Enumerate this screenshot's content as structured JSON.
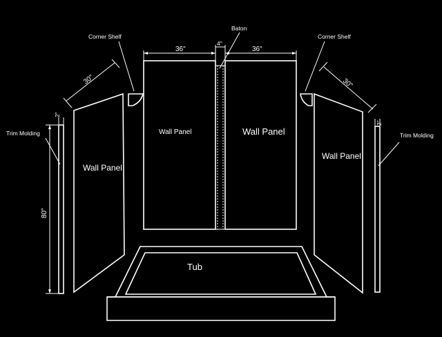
{
  "colors": {
    "background": "#000000",
    "stroke": "#ffffff"
  },
  "labels": {
    "corner_shelf_left": "Corner Shelf",
    "corner_shelf_right": "Corner Shelf",
    "baton": "Baton",
    "dim_36_left": "36\"",
    "dim_4": "4\"",
    "dim_36_right": "36\"",
    "dim_30_left": "30\"",
    "dim_30_right": "30\"",
    "dim_2_left": "2\"",
    "dim_2_right": "2\"",
    "dim_80": "80\"",
    "trim_molding_left": "Trim Molding",
    "trim_molding_right": "Trim Molding",
    "wall_panel_left": "Wall Panel",
    "wall_panel_center_left": "Wall Panel",
    "wall_panel_center_right": "Wall Panel",
    "wall_panel_right": "Wall Panel",
    "tub": "Tub"
  }
}
